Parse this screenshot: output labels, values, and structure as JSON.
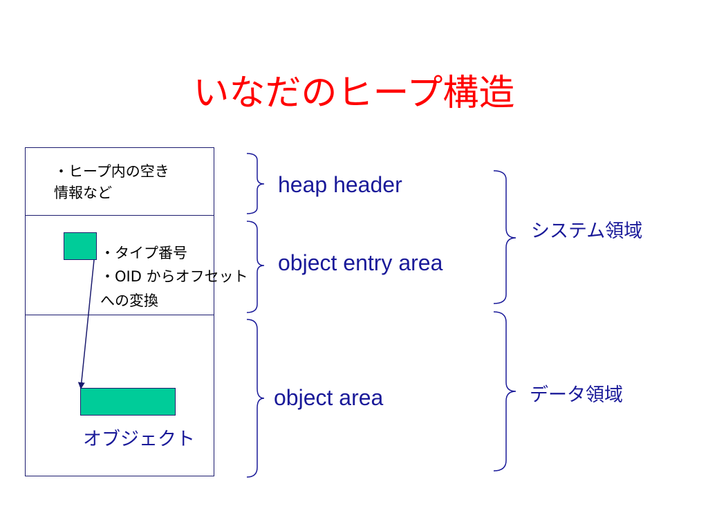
{
  "title": "いなだのヒープ構造",
  "colors": {
    "title": "#ff0000",
    "label": "#1a1a99",
    "box": "#1a1a6e",
    "object_fill": "#00cc99"
  },
  "heap_sections": {
    "header_note": [
      "・ヒープ内の空き",
      "情報など"
    ],
    "entry_note": [
      "・タイプ番号",
      "・OID からオフセット",
      "への変換"
    ],
    "object_label": "オブジェクト"
  },
  "regions": {
    "heap_header": "heap header",
    "object_entry_area": "object entry area",
    "object_area": "object area"
  },
  "groups": {
    "system_area": "システム領域",
    "data_area": "データ領域"
  }
}
